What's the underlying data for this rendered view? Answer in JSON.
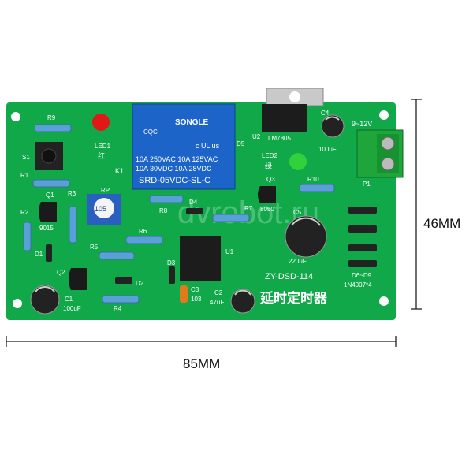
{
  "board": {
    "model": "ZY-DSD-114",
    "title_cn": "延时定时器",
    "watermark": "dvrobot.ru"
  },
  "dimensions": {
    "height": "46MM",
    "width": "85MM"
  },
  "relay": {
    "brand": "SONGLE",
    "line1": "10A 250VAC  10A 125VAC",
    "line2": "10A  30VDC  10A  28VDC",
    "model": "SRD-05VDC-SL-C",
    "cert": "CQC",
    "cert2": "c UL us",
    "k_label": "K1"
  },
  "silkscreen": {
    "r9": "R9",
    "led1": "LED1",
    "led1_cn": "红",
    "s1": "S1",
    "r1": "R1",
    "q1": "Q1",
    "r3": "R3",
    "rp": "RP",
    "pot_value": "105",
    "r2": "R2",
    "q1_part": "9015",
    "r8": "R8",
    "d4": "D4",
    "r7": "R7",
    "d1": "D1",
    "r5": "R5",
    "r6": "R6",
    "q2": "Q2",
    "d2": "D2",
    "d3": "D3",
    "r4": "R4",
    "c1": "C1",
    "c1_val": "100uF",
    "c3": "C3",
    "c3_val": "103",
    "c2": "C2",
    "c2_val": "47uF",
    "u1": "U1",
    "u2": "U2",
    "u2_part": "LM7805",
    "c4": "C4",
    "c4_val": "100uF",
    "d5": "D5",
    "led2": "LED2",
    "led2_cn": "绿",
    "q3": "Q3",
    "q3_part": "8050",
    "r10": "R10",
    "c5": "C5",
    "c5_val": "220uF",
    "p1": "P1",
    "voltage": "9~12V",
    "diodes": "D6~D9",
    "diode_part": "1N4007*4"
  },
  "colors": {
    "pcb": "#11a84a",
    "pcb_dark": "#0b8a3a",
    "relay": "#1d64c9",
    "terminal": "#1fa63a",
    "led1": "#e01818",
    "led2": "#2fd23a"
  }
}
